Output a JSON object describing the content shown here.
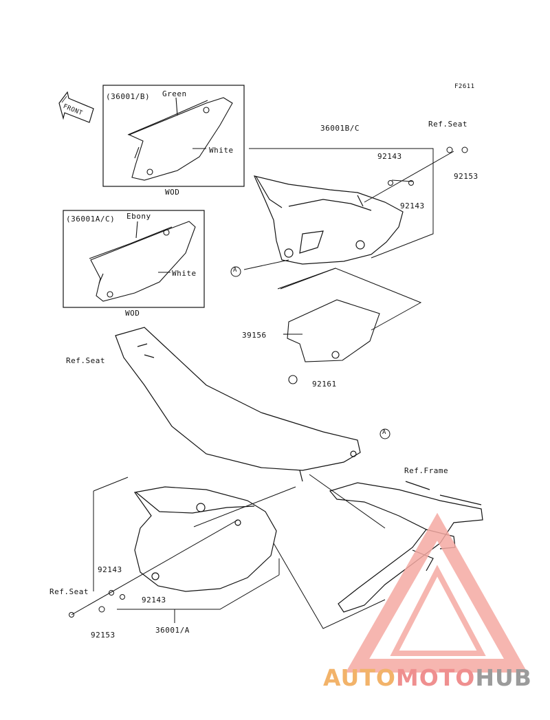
{
  "figure_code": "F2611",
  "front_label": "FRONT",
  "insets": [
    {
      "code": "(36001/B)",
      "color1": "Green",
      "color2": "White",
      "footer": "WOD"
    },
    {
      "code": "(36001A/C)",
      "color1": "Ebony",
      "color2": "White",
      "footer": "WOD"
    }
  ],
  "parts": {
    "p36001bc": "36001B/C",
    "p92143_a": "92143",
    "p92143_b": "92143",
    "p92153_a": "92153",
    "ref_seat_a": "Ref.Seat",
    "p39156": "39156",
    "p92161": "92161",
    "ref_seat_b": "Ref.Seat",
    "ref_frame": "Ref.Frame",
    "p92143_c": "92143",
    "p92143_d": "92143",
    "ref_seat_c": "Ref.Seat",
    "p92153_b": "92153",
    "p36001a": "36001/A"
  },
  "markers": {
    "a1": "A",
    "a2": "A"
  },
  "watermark": {
    "part1": "AUTO",
    "part2": "MOTO",
    "part3": "HUB"
  }
}
